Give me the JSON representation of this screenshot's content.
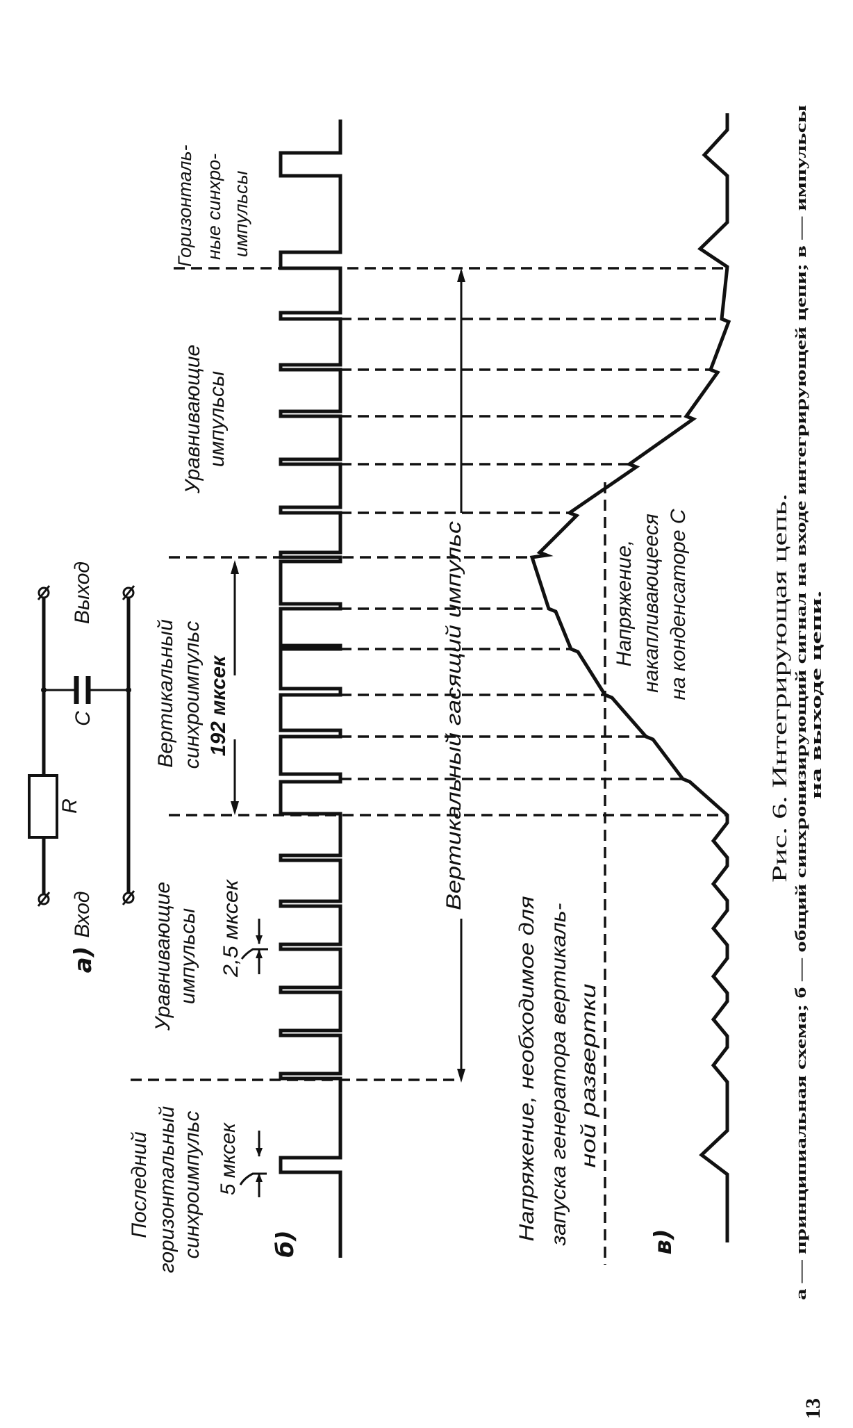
{
  "circuit": {
    "panel_label": "а)",
    "input_label": "Вход",
    "output_label": "Выход",
    "resistor_label": "R",
    "capacitor_label": "С"
  },
  "input_signal": {
    "panel_label": "б)",
    "last_hsync": [
      "Последний",
      "горизонтальный",
      "синхроимпульс"
    ],
    "hsync_width": "5 мксек",
    "eq_pulses_lower": [
      "Уравнивающие",
      "импульсы"
    ],
    "eq_width": "2,5 мксек",
    "vsync": [
      "Вертикальный",
      "синхроимпульс",
      "192 мксек"
    ],
    "eq_pulses_upper": [
      "Уравнивающие",
      "импульсы"
    ],
    "hsync_pulses": [
      "Горизонталь-",
      "ные синхро-",
      "импульсы"
    ],
    "vblank": "Вертикальный гасящий импульс"
  },
  "output_signal": {
    "panel_label": "в)",
    "threshold": [
      "Напряжение, необходимое для",
      "запуска генератора вертикаль-",
      "ной развертки"
    ],
    "capacitor_voltage": [
      "Напряжение,",
      "накапливающееся",
      "на конденсаторе С"
    ]
  },
  "caption": {
    "title": "Рис. 6. Интегрирующая цепь.",
    "line1": "а — принципиальная схема; б — общий синхронизирующий сигнал на входе интегрирующей цепи; в — импульсы",
    "line2": "на выходе цепи."
  },
  "page_number": "13"
}
